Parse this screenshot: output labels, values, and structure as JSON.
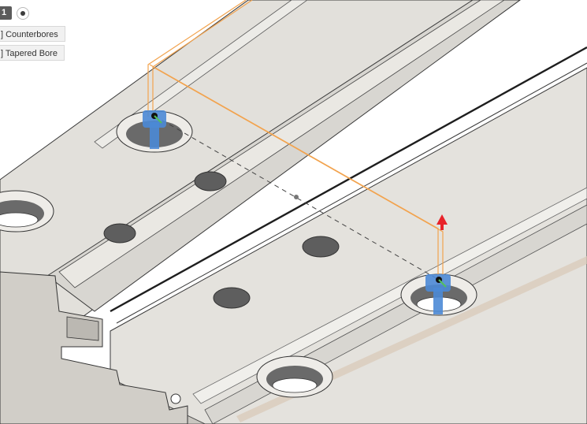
{
  "toolbar": {
    "index_chip": "1",
    "radio_state": "selected"
  },
  "hole_labels": [
    {
      "text": "] Counterbores"
    },
    {
      "text": "] Tapered Bore"
    }
  ],
  "colors": {
    "plate_top": "#e3e1dc",
    "plate_face": "#d2cfc9",
    "plate_shadow": "#a9a6a0",
    "edge": "#2f2f2f",
    "hole": "#585858",
    "sketch_line": "#f2a34e",
    "manipulator": "#4b8ad6",
    "arrow": "#e8232a",
    "label_bg": "#f1f1f1",
    "chip_bg": "#5b5b5b"
  },
  "icons": [
    "radio-selected-icon",
    "manipulator-icon",
    "direction-arrow-icon",
    "origin-point-icon"
  ]
}
